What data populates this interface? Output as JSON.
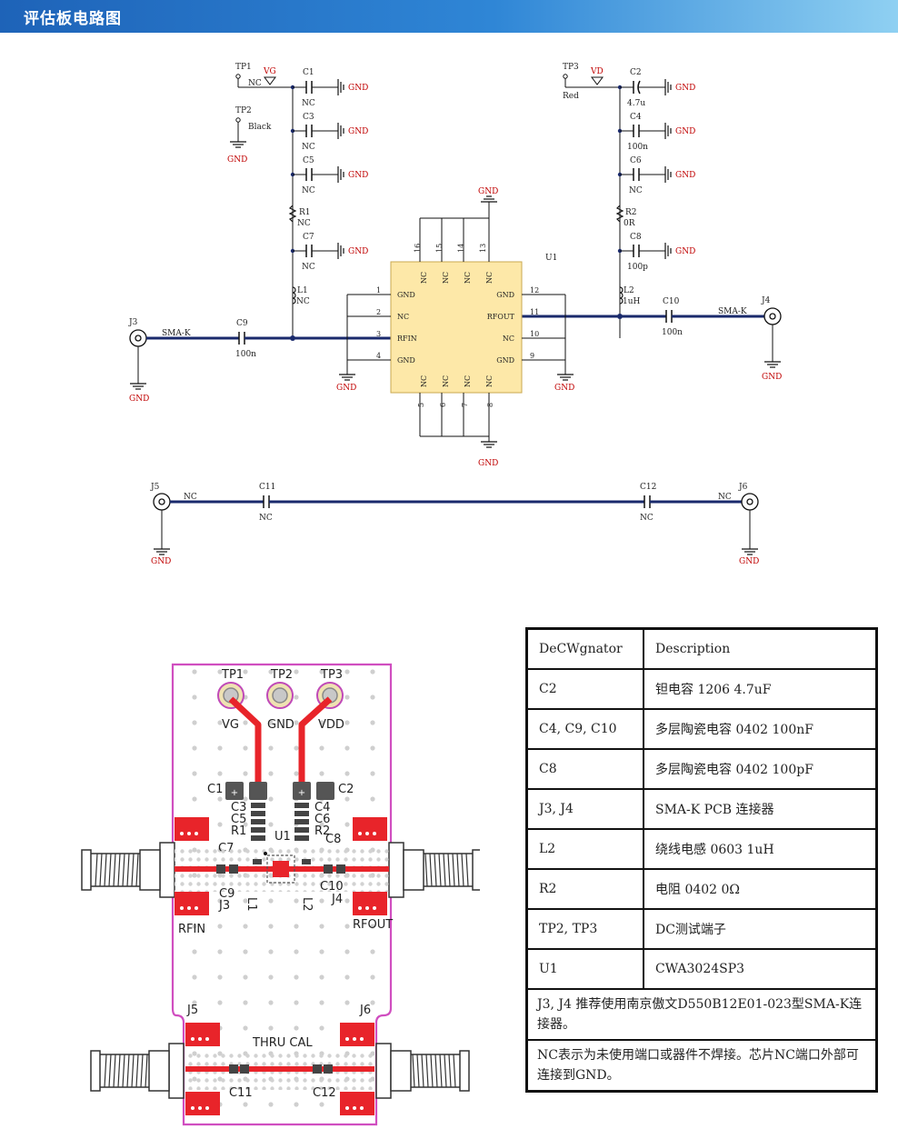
{
  "header": {
    "title": "评估板电路图"
  },
  "schematic": {
    "gnd": "GND",
    "tp1": "TP1",
    "tp1_nc": "NC",
    "tp2": "TP2",
    "tp2_label": "Black",
    "vg": "VG",
    "tp3": "TP3",
    "tp3_label": "Red",
    "vd": "VD",
    "c1": "C1",
    "c1_val": "NC",
    "c3": "C3",
    "c3_val": "NC",
    "c5": "C5",
    "c5_val": "NC",
    "r1": "R1",
    "r1_val": "NC",
    "c7": "C7",
    "c7_val": "NC",
    "l1": "L1",
    "l1_val": "NC",
    "c2": "C2",
    "c2_val": "4.7u",
    "c4": "C4",
    "c4_val": "100n",
    "c6": "C6",
    "c6_val": "NC",
    "r2": "R2",
    "r2_val": "0R",
    "c8": "C8",
    "c8_val": "100p",
    "l2": "L2",
    "l2_val": "1uH",
    "j3": "J3",
    "j4": "J4",
    "j5": "J5",
    "j6": "J6",
    "sma": "SMA-K",
    "c9": "C9",
    "c9_val": "100n",
    "c10": "C10",
    "c10_val": "100n",
    "c11": "C11",
    "c11_val": "NC",
    "c12": "C12",
    "c12_val": "NC",
    "nc": "NC",
    "u1": "U1",
    "pins_left": [
      {
        "num": "1",
        "name": "GND"
      },
      {
        "num": "2",
        "name": "NC"
      },
      {
        "num": "3",
        "name": "RFIN"
      },
      {
        "num": "4",
        "name": "GND"
      }
    ],
    "pins_right": [
      {
        "num": "12",
        "name": "GND"
      },
      {
        "num": "11",
        "name": "RFOUT"
      },
      {
        "num": "10",
        "name": "NC"
      },
      {
        "num": "9",
        "name": "GND"
      }
    ],
    "pins_top": [
      {
        "num": "16",
        "name": "NC"
      },
      {
        "num": "15",
        "name": "NC"
      },
      {
        "num": "14",
        "name": "NC"
      },
      {
        "num": "13",
        "name": "NC"
      }
    ],
    "pins_bottom": [
      {
        "num": "5",
        "name": "NC"
      },
      {
        "num": "6",
        "name": "NC"
      },
      {
        "num": "7",
        "name": "NC"
      },
      {
        "num": "8",
        "name": "NC"
      }
    ]
  },
  "pcb": {
    "tp1": "TP1",
    "tp2": "TP2",
    "tp3": "TP3",
    "vg": "VG",
    "gnd": "GND",
    "vdd": "VDD",
    "c1": "C1",
    "c2": "C2",
    "c3": "C3",
    "c5": "C5",
    "r1": "R1",
    "c4": "C4",
    "c6": "C6",
    "r2": "R2",
    "c7": "C7",
    "c8": "C8",
    "u1": "U1",
    "l1": "L1",
    "l2": "L2",
    "c9": "C9",
    "c10": "C10",
    "j3": "J3",
    "j4": "J4",
    "rfin": "RFIN",
    "rfout": "RFOUT",
    "j5": "J5",
    "j6": "J6",
    "thru_cal": "THRU CAL",
    "c11": "C11",
    "c12": "C12"
  },
  "bom": {
    "header": {
      "designator": "DeCWgnator",
      "description": "Description"
    },
    "rows": [
      {
        "designator": "C2",
        "description": "钽电容 1206 4.7uF"
      },
      {
        "designator": "C4, C9, C10",
        "description": "多层陶瓷电容 0402 100nF"
      },
      {
        "designator": "C8",
        "description": "多层陶瓷电容 0402 100pF"
      },
      {
        "designator": "J3, J4",
        "description": "SMA-K PCB 连接器"
      },
      {
        "designator": "L2",
        "description": "绕线电感 0603 1uH"
      },
      {
        "designator": "R2",
        "description": "电阻 0402 0Ω"
      },
      {
        "designator": "TP2, TP3",
        "description": "DC测试端子"
      },
      {
        "designator": "U1",
        "description": "CWA3024SP3"
      }
    ],
    "note1": "J3, J4 推荐使用南京傲文D550B12E01-023型SMA-K连接器。",
    "note2": "NC表示为未使用端口或器件不焊接。芯片NC端口外部可连接到GND。"
  }
}
